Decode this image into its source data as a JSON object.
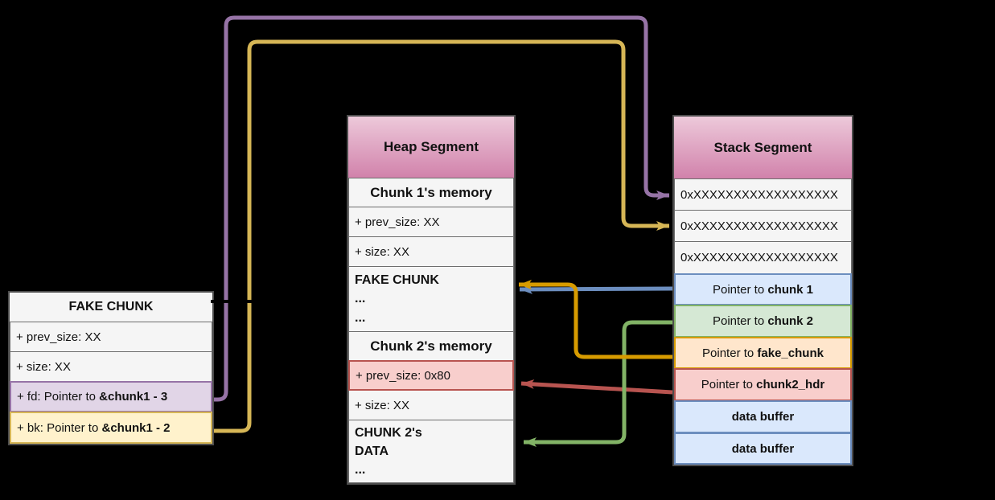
{
  "colors": {
    "background": "#000000",
    "purple": "#9673a6",
    "purple_fill": "#e1d5e7",
    "yellow": "#d6b656",
    "yellow_fill": "#fff2cc",
    "blue": "#6c8ebf",
    "blue_fill": "#dae8fc",
    "green": "#82b366",
    "green_fill": "#d5e8d4",
    "orange": "#d79b00",
    "orange_fill": "#ffe6cc",
    "red": "#b85450",
    "red_fill": "#f8cecc",
    "row_fill": "#f5f5f5",
    "row_border": "#6e6e6e",
    "header_gradient_top": "#edc9da",
    "header_gradient_bottom": "#d182ab",
    "hidden_link": "#000000"
  },
  "left_table": {
    "title": "FAKE CHUNK",
    "rows": {
      "prev_size": {
        "text": "+ prev_size: XX"
      },
      "size": {
        "text": "+ size: XX"
      },
      "fd": {
        "prefix": "+ fd: Pointer to ",
        "bold": "&chunk1 - 3"
      },
      "bk": {
        "prefix": "+ bk: Pointer to ",
        "bold": "&chunk1 - 2"
      }
    }
  },
  "heap_table": {
    "title": "Heap Segment",
    "rows": {
      "chunk1_label": {
        "text": "Chunk 1's memory"
      },
      "prev_size": {
        "text": "+ prev_size: XX"
      },
      "size": {
        "text": "+ size: XX"
      },
      "fake_chunk": {
        "lines": [
          "FAKE CHUNK",
          "...",
          "..."
        ]
      },
      "chunk2_label": {
        "text": "Chunk 2's memory"
      },
      "prev_size2": {
        "text": "+ prev_size: 0x80"
      },
      "size2": {
        "text": "+ size: XX"
      },
      "chunk2_data": {
        "lines": [
          "CHUNK 2's",
          "DATA",
          "..."
        ]
      }
    }
  },
  "stack_table": {
    "title": "Stack Segment",
    "rows": {
      "addr1": {
        "text": "0xXXXXXXXXXXXXXXXXXX"
      },
      "addr2": {
        "text": "0xXXXXXXXXXXXXXXXXXX"
      },
      "addr3": {
        "text": "0xXXXXXXXXXXXXXXXXXX"
      },
      "ptr_chunk1": {
        "prefix": "Pointer to ",
        "bold": "chunk 1"
      },
      "ptr_chunk2": {
        "prefix": "Pointer to ",
        "bold": "chunk 2"
      },
      "ptr_fake_chunk": {
        "prefix": "Pointer to ",
        "bold": "fake_chunk"
      },
      "ptr_chunk2_hdr": {
        "prefix": "Pointer to ",
        "bold": "chunk2_hdr"
      },
      "data_buffer1": {
        "text": "data buffer"
      },
      "data_buffer2": {
        "text": "data buffer"
      }
    }
  }
}
